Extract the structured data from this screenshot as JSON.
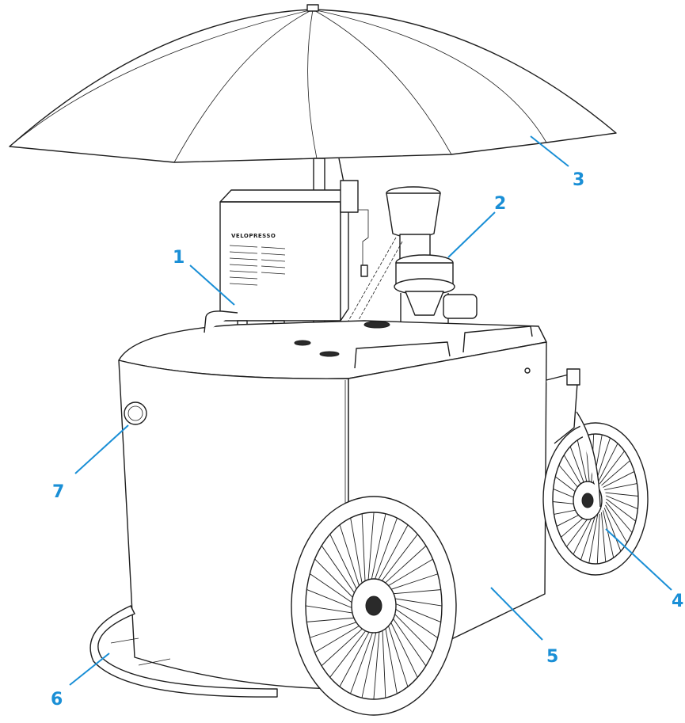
{
  "machine": {
    "logo_text": "VELOPRESSO"
  },
  "callouts": [
    {
      "number": "1"
    },
    {
      "number": "2"
    },
    {
      "number": "3"
    },
    {
      "number": "4"
    },
    {
      "number": "5"
    },
    {
      "number": "6"
    },
    {
      "number": "7"
    }
  ],
  "colors": {
    "callout": "#1a8fd6",
    "ink": "#1e1e1e",
    "background": "#ffffff"
  }
}
